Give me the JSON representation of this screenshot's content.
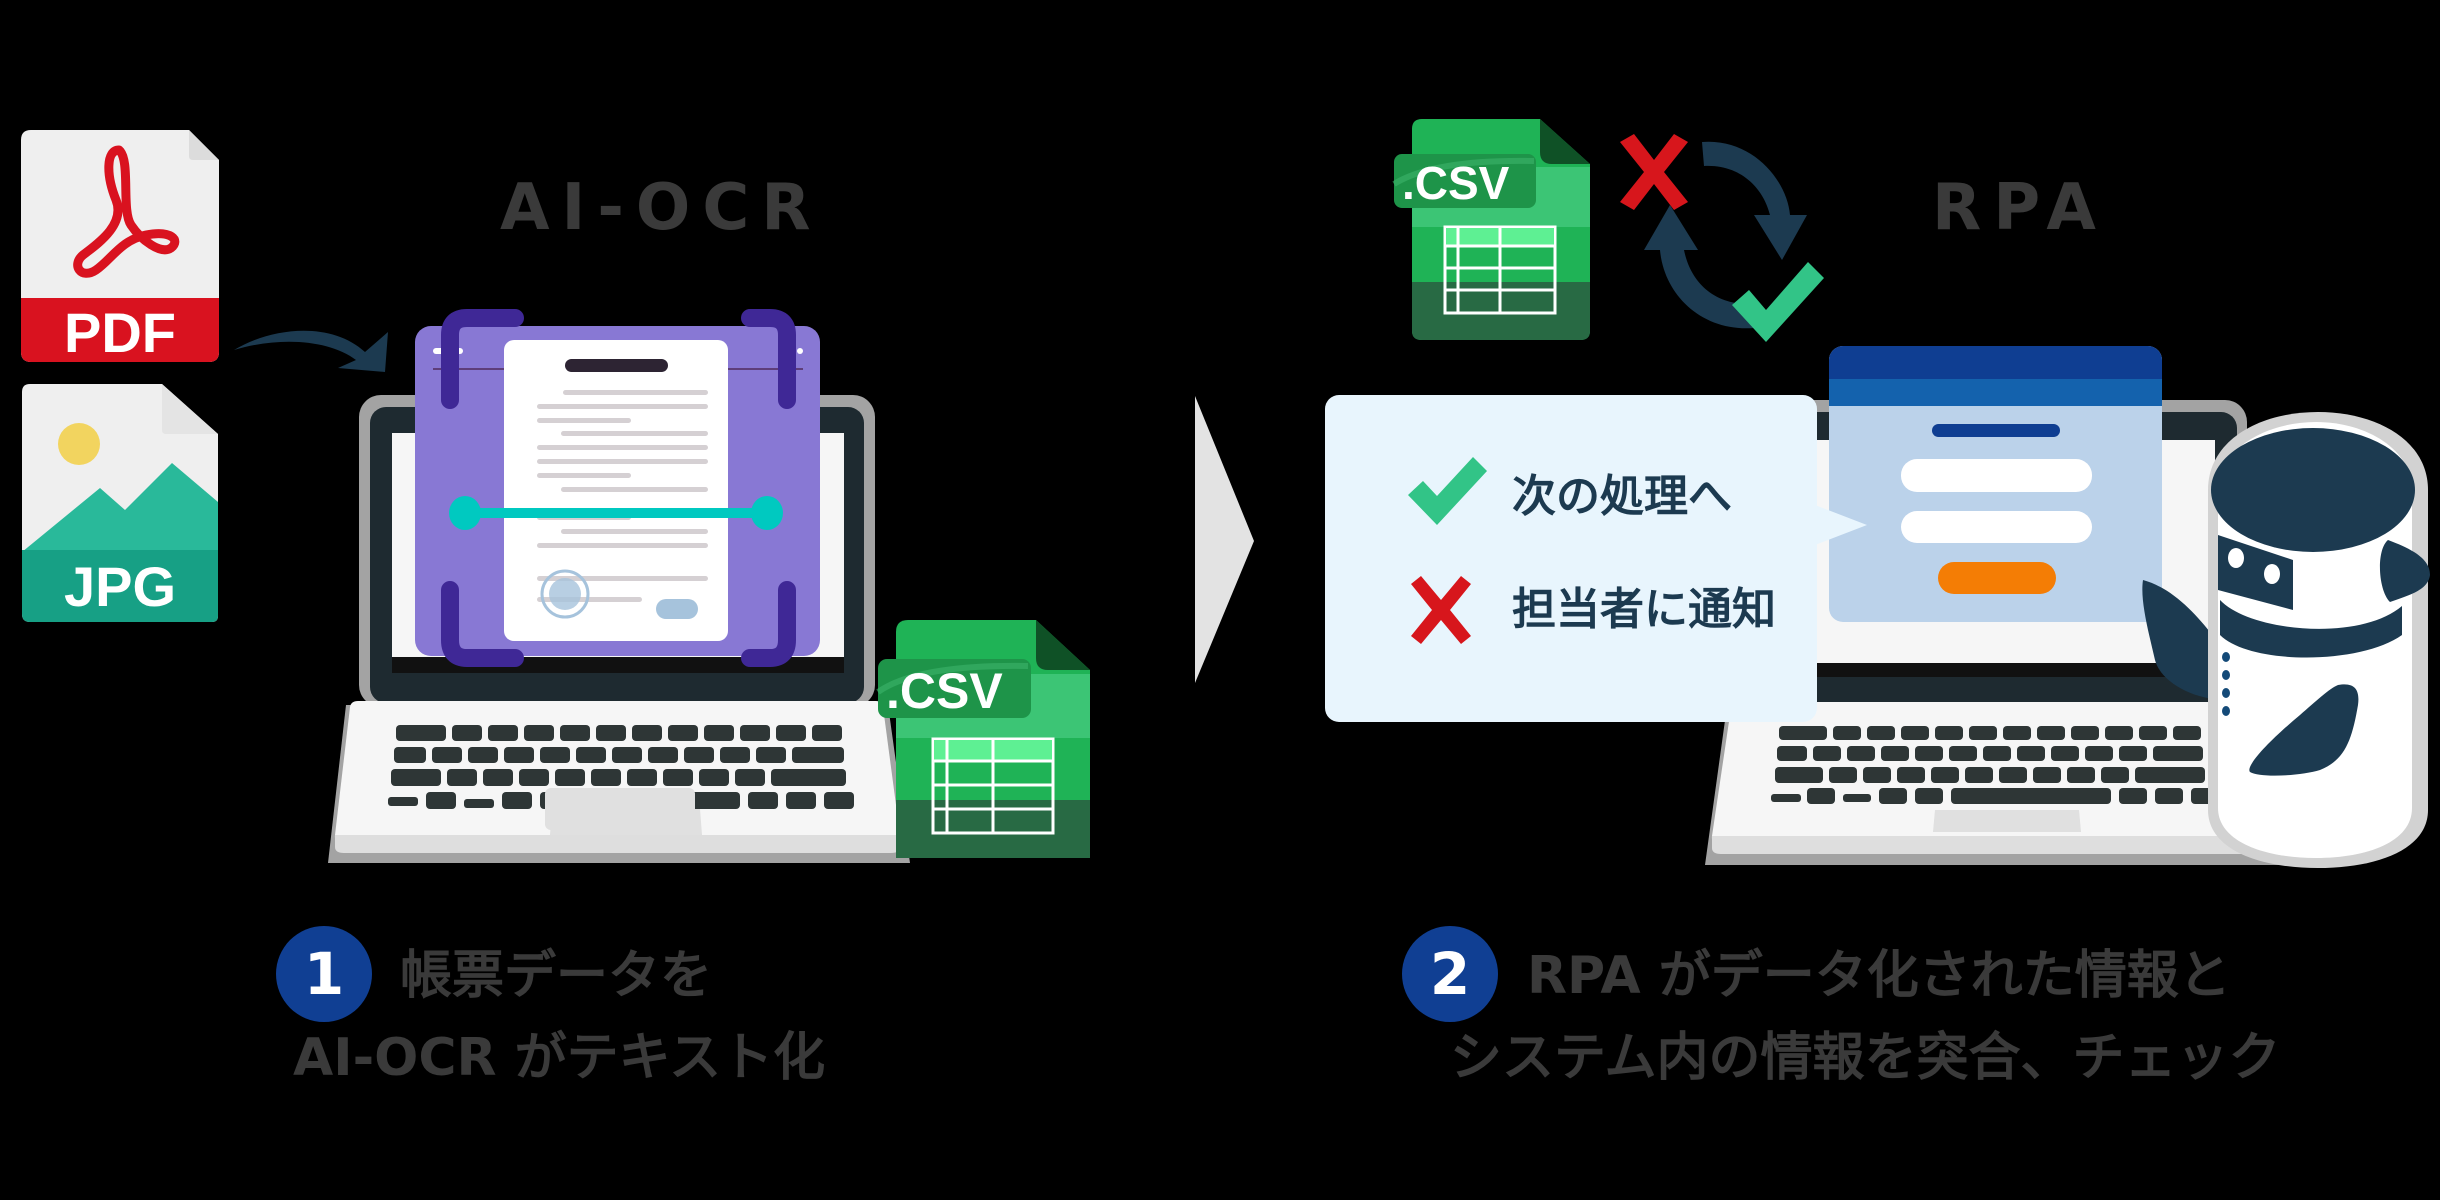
{
  "titles": {
    "ai_ocr": "AI-OCR",
    "rpa": "RPA"
  },
  "files": {
    "pdf_label": "PDF",
    "jpg_label": "JPG",
    "csv_label": ".CSV"
  },
  "callout": {
    "ok_label": "次の処理へ",
    "ng_label": "担当者に通知"
  },
  "steps": [
    {
      "number": "1",
      "line1": "帳票データを",
      "line2": "AI-OCR がテキスト化"
    },
    {
      "number": "2",
      "line1": "RPA がデータ化された情報と",
      "line2": "システム内の情報を突合、チェック"
    }
  ],
  "colors": {
    "pdf_red": "#d9121f",
    "jpg_green": "#17a085",
    "csv_green": "#1eb35a",
    "scan_purple": "#8878d4",
    "bracket_purple": "#3f2896",
    "scan_line": "#00c9c0",
    "step_blue": "#103f93",
    "navy": "#1c3a50",
    "check_green": "#32c487",
    "cross_red": "#d7161c",
    "orange": "#f47d05"
  }
}
